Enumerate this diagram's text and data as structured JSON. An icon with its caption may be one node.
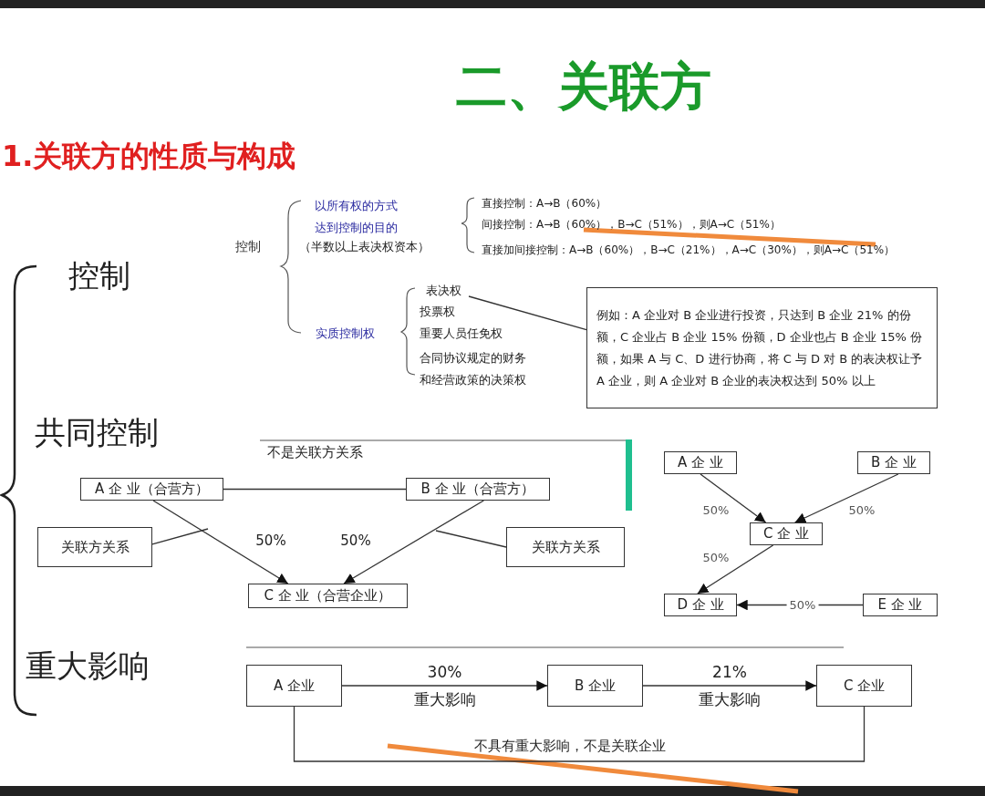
{
  "diagram": {
    "title": "二、关联方",
    "nodes": [
      {
        "text": [
          "表决权"
        ]
      },
      {
        "text": [
          "例如：A 企业对 B 企业进行投资，只达到 B 企业 21% 的份额，C 企业占 B 企业 15% 份额，D 企业也占 B 企业 15% 份额，如果 A 与 C、D 进行协商，将 C 与 D 对 B 的表决权让予 A 企业，则 A 企业对 B 企业的表决权达到 50% 以上"
        ]
      },
      {
        "text": [
          "A 企 业（合营方）"
        ]
      },
      {
        "text": [
          "B 企 业（合营方）"
        ]
      },
      {
        "text": [
          "关联方关系"
        ]
      },
      {
        "text": [
          "关联方关系"
        ]
      },
      {
        "text": [
          "C 企 业（合营企业）"
        ]
      },
      {
        "text": [
          "A 企 业"
        ]
      },
      {
        "text": [
          "B 企 业"
        ]
      },
      {
        "text": [
          "C 企 业"
        ]
      },
      {
        "text": [
          "D 企 业"
        ]
      },
      {
        "text": [
          "E 企 业"
        ]
      },
      {
        "text": [
          "A 企业"
        ]
      },
      {
        "text": [
          "B 企业"
        ]
      },
      {
        "text": [
          "C 企业"
        ]
      }
    ],
    "edges": [
      {
        "from": 0,
        "to": 1,
        "arrow": "none"
      },
      {
        "from": 2,
        "to": 3,
        "arrow": "none",
        "label": "不是关联方关系"
      },
      {
        "from": 2,
        "to": 6,
        "arrow": "to",
        "label": "50%"
      },
      {
        "from": 3,
        "to": 6,
        "arrow": "to",
        "label": "50%"
      },
      {
        "from": 4,
        "to": null,
        "arrow": "none"
      },
      {
        "from": 5,
        "to": null,
        "arrow": "none"
      },
      {
        "from": 7,
        "to": 9,
        "arrow": "to",
        "label": "50%"
      },
      {
        "from": 8,
        "to": 9,
        "arrow": "to",
        "label": "50%"
      },
      {
        "from": 9,
        "to": 10,
        "arrow": "to",
        "label": "50%"
      },
      {
        "from": 11,
        "to": 10,
        "arrow": "to",
        "label": "50%"
      },
      {
        "from": 12,
        "to": 13,
        "arrow": "to",
        "label": "30% 重大影响"
      },
      {
        "from": 13,
        "to": 14,
        "arrow": "to",
        "label": "21% 重大影响"
      },
      {
        "from": 12,
        "to": 14,
        "arrow": "none",
        "label": "不具有重大影响，不是关联企业"
      }
    ],
    "labels": [
      "1.关联方的性质与构成",
      "控制",
      "共同控制",
      "重大影响",
      "控制",
      "以所有权的方式达到控制的目的",
      "（半数以上表决权资本）",
      "直接控制：A→B（60%）",
      "间接控制：A→B（60%），B→C（51%），则A→C（51%）",
      "直接加间接控制：A→B（60%），B→C（21%），A→C（30%），则A→C（51%）",
      "实质控制权",
      "投票权",
      "重要人员任免权",
      "合同协议规定的财务和经营政策的决策权"
    ]
  }
}
